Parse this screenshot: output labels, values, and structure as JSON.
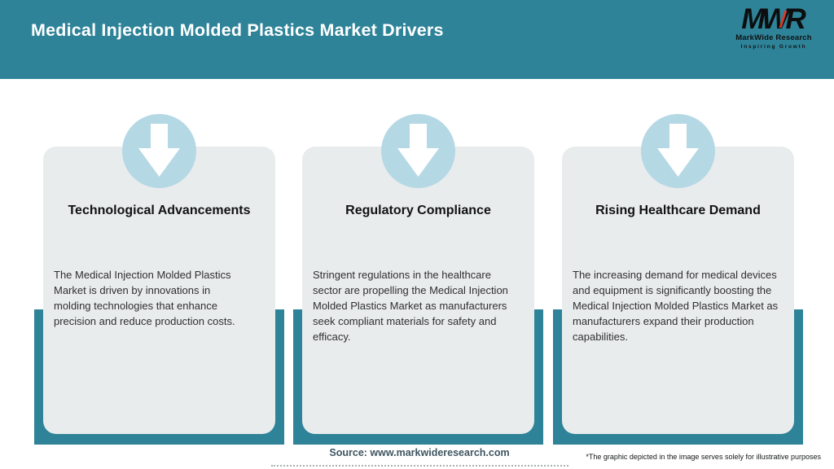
{
  "header": {
    "title": "Medical Injection Molded Plastics Market Drivers",
    "logo": {
      "monogram": "MWR",
      "name": "MarkWide Research",
      "tagline": "Inspiring Growth"
    }
  },
  "cards": [
    {
      "icon": "down-arrow-icon",
      "title": "Technological Advancements",
      "description": "The Medical Injection Molded Plastics\nMarket is driven by innovations in\nmolding technologies that enhance\nprecision and reduce production costs."
    },
    {
      "icon": "down-arrow-icon",
      "title": "Regulatory Compliance",
      "description": "Stringent regulations in the healthcare\nsector are propelling the Medical Injection\nMolded Plastics Market as manufacturers\nseek compliant materials for safety and\nefficacy."
    },
    {
      "icon": "down-arrow-icon",
      "title": "Rising Healthcare Demand",
      "description": "The increasing demand for medical devices\nand equipment is significantly boosting the\nMedical Injection Molded Plastics Market as\nmanufacturers expand their production\ncapabilities."
    }
  ],
  "footer": {
    "source": "Source: www.markwideresearch.com",
    "disclaimer": "*The graphic depicted in the image serves solely for illustrative purposes"
  },
  "colors": {
    "teal": "#2e8398",
    "circle-blue": "#b5d8e5",
    "card-bg": "#e9eced",
    "title-ink": "#121212",
    "body-ink": "#2f2f2f",
    "source-ink": "#3e5560",
    "logo-red": "#d93a2b"
  }
}
